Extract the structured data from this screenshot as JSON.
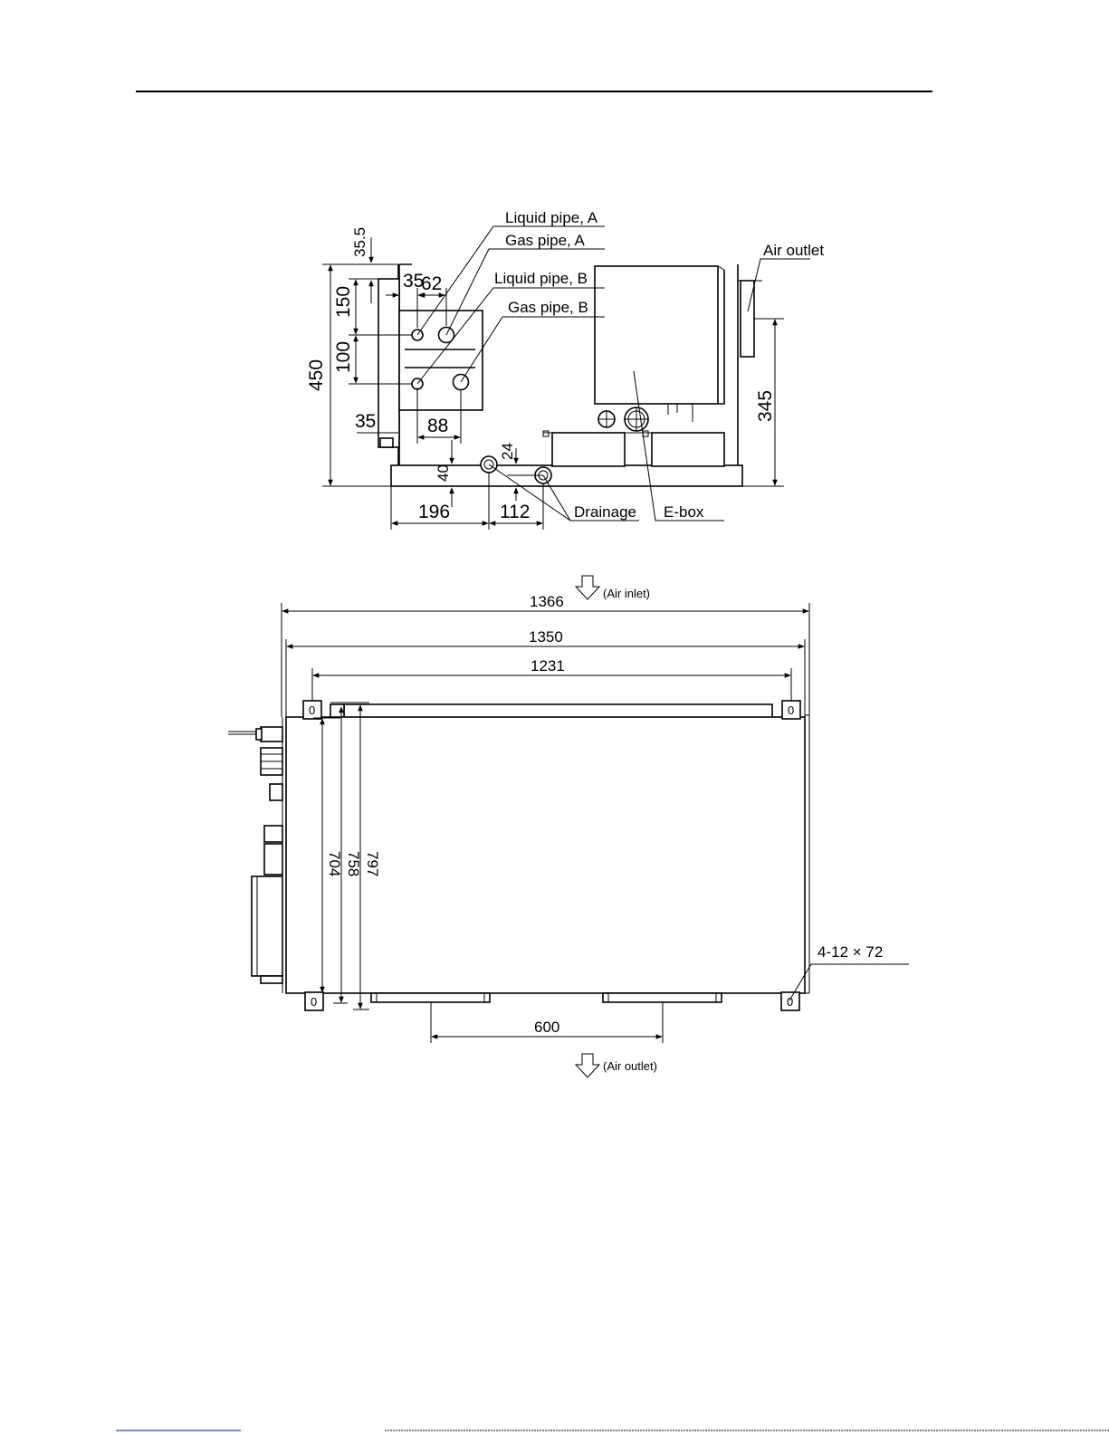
{
  "side_view": {
    "callouts": {
      "liquid_pipe_a": "Liquid pipe, A",
      "gas_pipe_a": "Gas pipe, A",
      "liquid_pipe_b": "Liquid pipe, B",
      "gas_pipe_b": "Gas pipe, B",
      "air_outlet": "Air outlet",
      "drainage": "Drainage",
      "e_box": "E-box"
    },
    "dimensions": {
      "d35_5": "35.5",
      "d35_top": "35",
      "d62": "62",
      "d150": "150",
      "d100": "100",
      "d450": "450",
      "d35_bottom": "35",
      "d88": "88",
      "d24": "24",
      "d40": "40",
      "d196": "196",
      "d112": "112",
      "d345": "345"
    }
  },
  "top_view": {
    "air_inlet": "(Air inlet)",
    "air_outlet": "(Air outlet)",
    "dimensions": {
      "d1366": "1366",
      "d1350": "1350",
      "d1231": "1231",
      "d704": "704",
      "d758": "758",
      "d797": "797",
      "d600": "600",
      "holes": "4-12 × 72"
    },
    "bracket_mark": "0"
  }
}
